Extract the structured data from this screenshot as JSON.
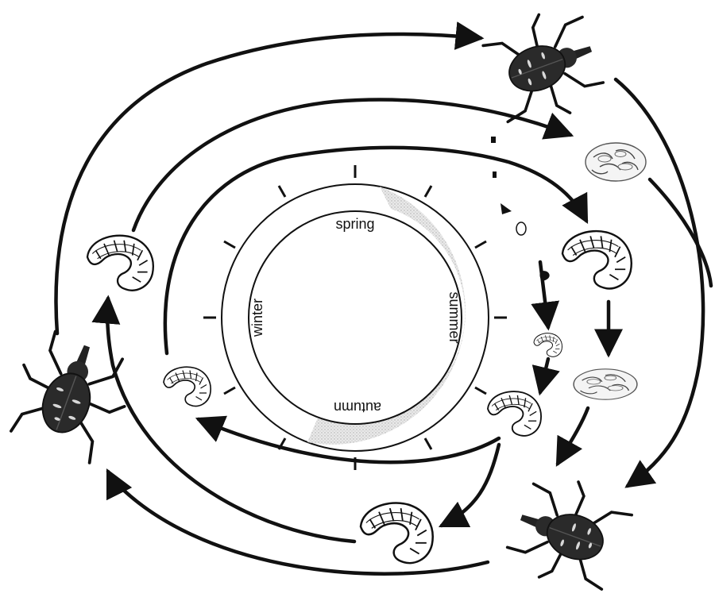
{
  "seasons": {
    "spring": "spring",
    "summer": "summer",
    "autumn": "autumn",
    "winter": "winter"
  },
  "stages": {
    "adult": "adult-beetle-icon",
    "egg": "egg-cluster-icon",
    "larva": "larva-icon",
    "pupa": "pupa-icon"
  },
  "colors": {
    "ink": "#111111",
    "beetle_body": "#2a2a2a",
    "beetle_spot": "#d8d8d8",
    "stipple": "#cfcfcf",
    "larva_fill": "#ffffff"
  }
}
